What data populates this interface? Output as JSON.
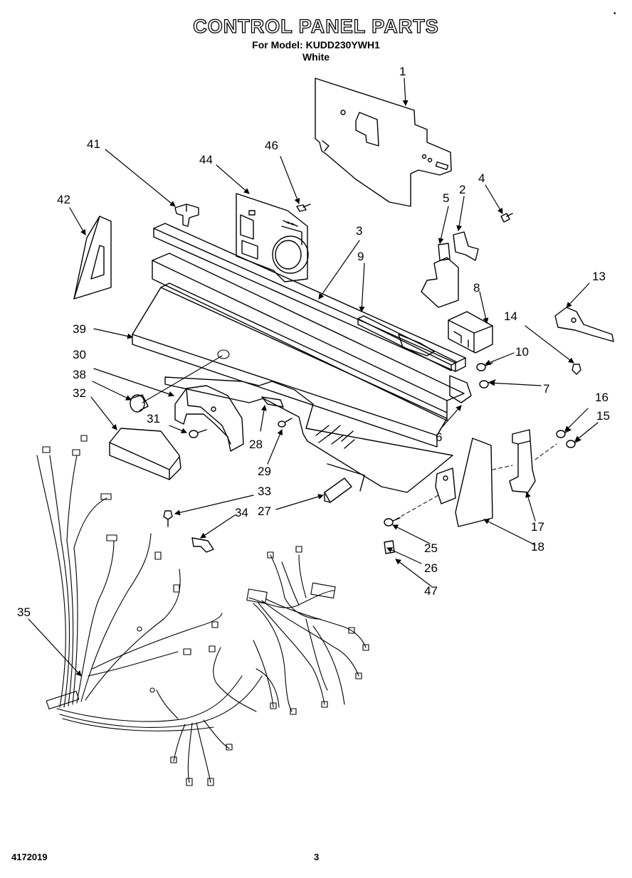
{
  "header": {
    "title": "CONTROL PANEL PARTS",
    "model_line": "For Model: KUDD230YWH1",
    "color_line": "White"
  },
  "footer": {
    "document_number": "4172019",
    "page_number": "3"
  },
  "corner_mark": "•",
  "callouts": [
    "1",
    "2",
    "3",
    "4",
    "5",
    "6",
    "7",
    "8",
    "9",
    "10",
    "13",
    "14",
    "15",
    "16",
    "17",
    "18",
    "25",
    "26",
    "27",
    "28",
    "29",
    "30",
    "31",
    "32",
    "33",
    "34",
    "35",
    "38",
    "39",
    "41",
    "42",
    "44",
    "46",
    "47"
  ]
}
